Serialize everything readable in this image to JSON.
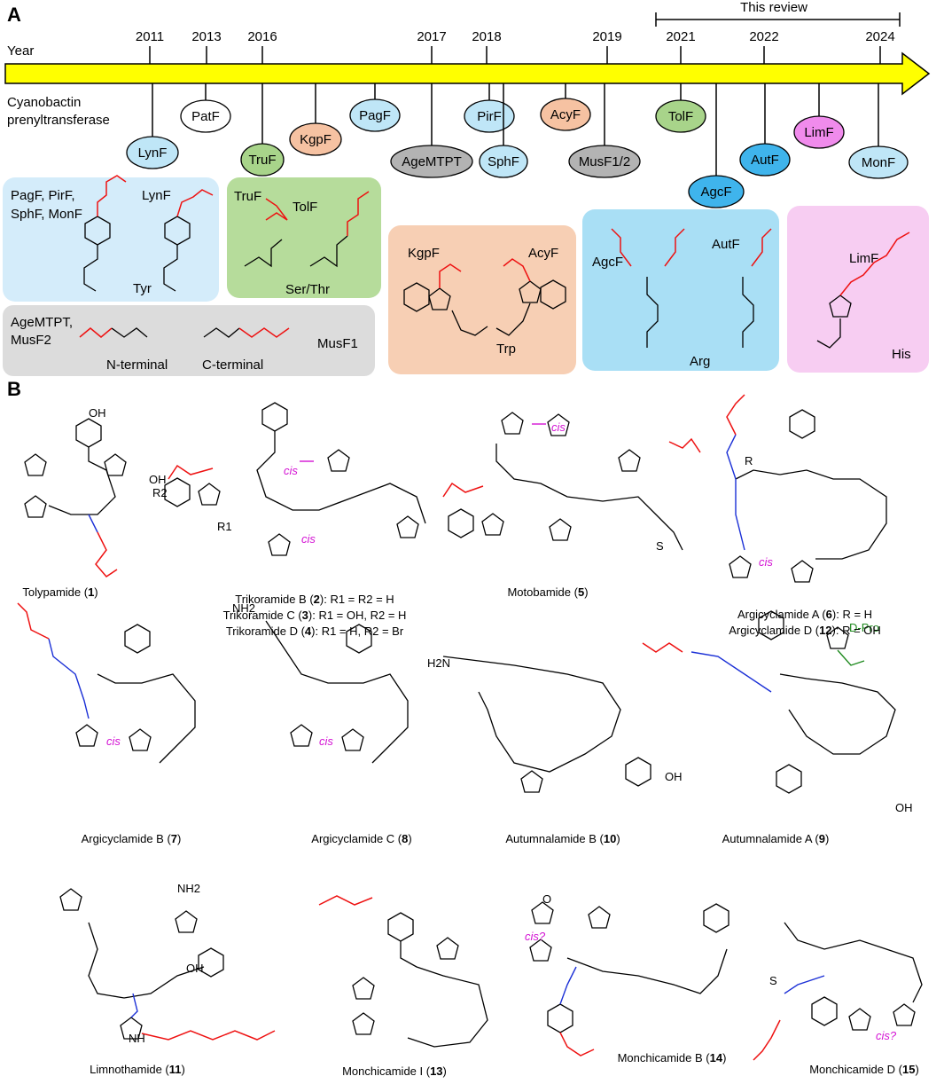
{
  "panel_a": {
    "label": "A",
    "axis_label": "Year",
    "axis_title_line1": "Cyanobactin",
    "axis_title_line2": "prenyltransferase",
    "review_label": "This review",
    "years": [
      {
        "year": "2011"
      },
      {
        "year": "2013"
      },
      {
        "year": "2016"
      },
      {
        "year": "2017"
      },
      {
        "year": "2018"
      },
      {
        "year": "2019"
      },
      {
        "year": "2021"
      },
      {
        "year": "2022"
      },
      {
        "year": "2024"
      }
    ],
    "enzymes": [
      {
        "name": "LynF",
        "color": "#bfe6f7"
      },
      {
        "name": "PatF",
        "color": "#ffffff"
      },
      {
        "name": "TruF",
        "color": "#a8d48a"
      },
      {
        "name": "KgpF",
        "color": "#f6c2a2"
      },
      {
        "name": "PagF",
        "color": "#bfe6f7"
      },
      {
        "name": "AgeMTPT",
        "color": "#b3b3b3"
      },
      {
        "name": "PirF",
        "color": "#bfe6f7"
      },
      {
        "name": "SphF",
        "color": "#bfe6f7"
      },
      {
        "name": "AcyF",
        "color": "#f6c2a2"
      },
      {
        "name": "MusF1/2",
        "color": "#b3b3b3"
      },
      {
        "name": "TolF",
        "color": "#a8d48a"
      },
      {
        "name": "AgcF",
        "color": "#3fb4ec"
      },
      {
        "name": "AutF",
        "color": "#3fb4ec"
      },
      {
        "name": "LimF",
        "color": "#f08bec"
      },
      {
        "name": "MonF",
        "color": "#bfe6f7"
      }
    ],
    "boxes": {
      "tyr": {
        "enzymes_line1": "PagF, PirF,",
        "enzymes_line2": "SphF, MonF",
        "enzyme_right": "LynF",
        "residue": "Tyr",
        "color": "#d4ecfa"
      },
      "ser": {
        "enzyme_left": "TruF",
        "enzyme_right": "TolF",
        "residue": "Ser/Thr",
        "color": "#b6dc9b"
      },
      "terminal": {
        "enzymes_line1": "AgeMTPT,",
        "enzymes_line2": "MusF2",
        "n_label": "N-terminal",
        "c_label": "C-terminal",
        "enzyme_right": "MusF1",
        "color": "#dcdcdc"
      },
      "trp": {
        "enzyme_left": "KgpF",
        "enzyme_right": "AcyF",
        "residue": "Trp",
        "color": "#f7cfb4"
      },
      "arg": {
        "enzyme_left": "AgcF",
        "enzyme_right": "AutF",
        "residue": "Arg",
        "color": "#a9dff5"
      },
      "his": {
        "enzyme": "LimF",
        "residue": "His",
        "color": "#f7cdf2"
      }
    }
  },
  "panel_b": {
    "label": "B",
    "compounds": [
      {
        "name": "Tolypamide",
        "num": "1"
      },
      {
        "name": "Trikoramide B",
        "num": "2",
        "sub": ": R1 = R2 = H"
      },
      {
        "name": "Trikoramide C",
        "num": "3",
        "sub": ": R1 = OH, R2 = H"
      },
      {
        "name": "Trikoramide D",
        "num": "4",
        "sub": ": R1 = H, R2 = Br"
      },
      {
        "name": "Motobamide",
        "num": "5"
      },
      {
        "name": "Argicyclamide A",
        "num": "6",
        "sub": ": R = H"
      },
      {
        "name": "Argicyclamide D",
        "num": "12",
        "sub": ": R = OH"
      },
      {
        "name": "Argicyclamide B",
        "num": "7"
      },
      {
        "name": "Argicyclamide C",
        "num": "8"
      },
      {
        "name": "Autumnalamide B",
        "num": "10"
      },
      {
        "name": "Autumnalamide A",
        "num": "9"
      },
      {
        "name": "Limnothamide",
        "num": "11"
      },
      {
        "name": "Monchicamide I",
        "num": "13"
      },
      {
        "name": "Monchicamide B",
        "num": "14"
      },
      {
        "name": "Monchicamide D",
        "num": "15"
      }
    ],
    "annotations": {
      "cis": "cis",
      "cis_q": "cis?",
      "d_pro": "D-Pro"
    },
    "atoms": {
      "oh": "OH",
      "nh2": "NH2",
      "h2n": "H2N",
      "nh": "NH",
      "n": "N",
      "o": "O",
      "s": "S",
      "h": "H",
      "r": "R",
      "r1": "R1",
      "r2": "R2"
    }
  }
}
